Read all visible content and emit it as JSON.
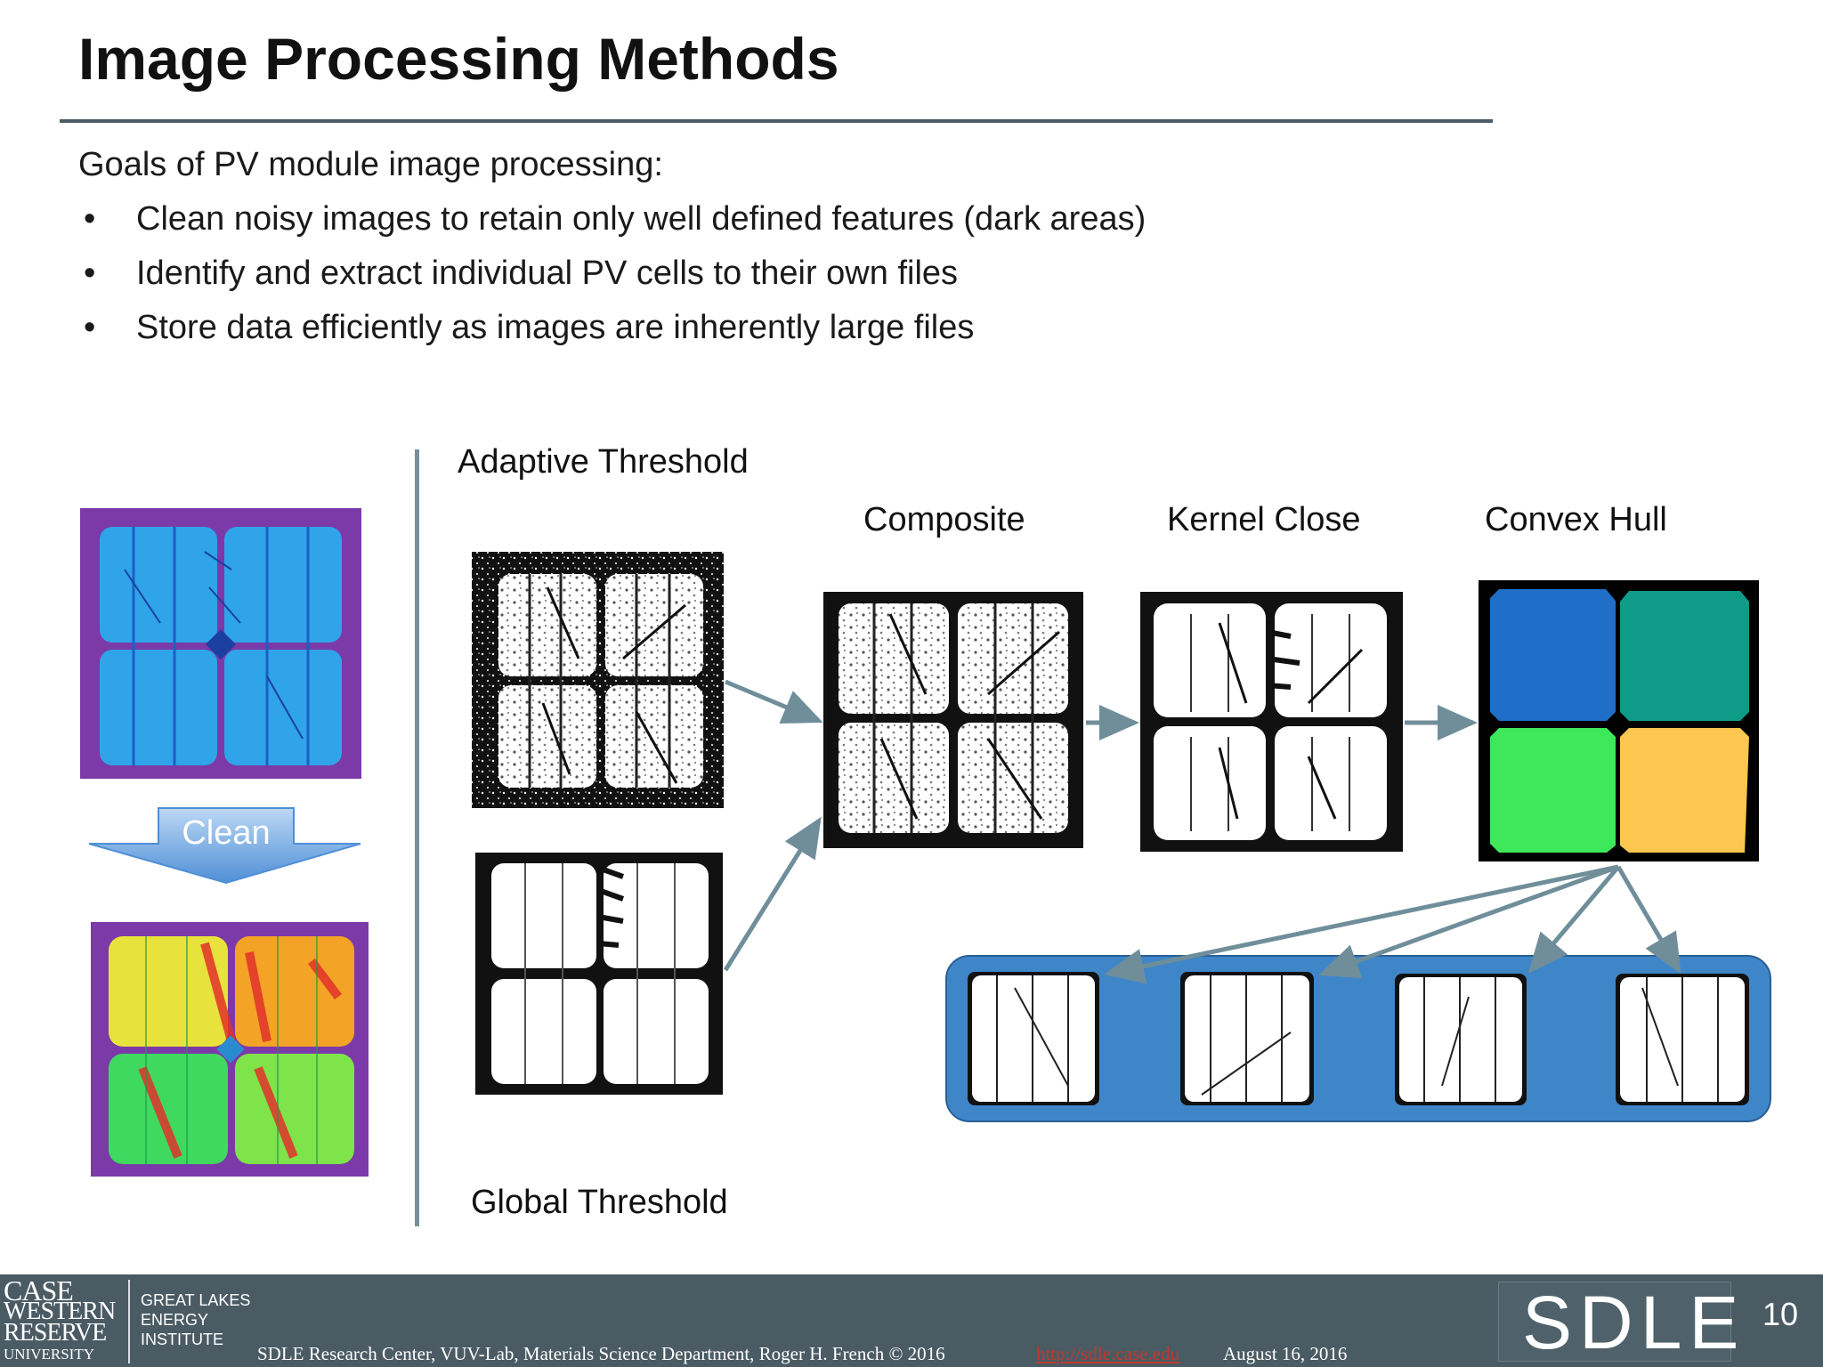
{
  "slide": {
    "title": "Image Processing Methods",
    "goals_heading": "Goals of PV module image processing:",
    "goals": [
      "Clean noisy images to retain only well defined features (dark areas)",
      "Identify and extract individual PV cells to their own files",
      "Store data efficiently as images are inherently large files"
    ],
    "bullet": "•"
  },
  "diagram": {
    "clean_label": "Clean",
    "adaptive_label": "Adaptive Threshold",
    "global_label": "Global Threshold",
    "composite_label": "Composite",
    "kernel_label": "Kernel Close",
    "hull_label": "Convex Hull",
    "hull_colors": [
      "#1f6fc8",
      "#0e9c88",
      "#3ee85a",
      "#fdc64e"
    ],
    "panel_color": "#3f86c9",
    "arrow_color": "#6f8e9a"
  },
  "footer": {
    "logo_case": "CASE",
    "logo_western": "WESTERN",
    "logo_reserve": "RESERVE",
    "logo_university": "UNIVERSITY",
    "institute_line1": "GREAT LAKES",
    "institute_line2": "ENERGY",
    "institute_line3": "INSTITUTE",
    "credits": "SDLE Research Center, VUV-Lab, Materials Science  Department,  Roger H. French © 2016",
    "link": "http://sdle.case.edu",
    "date": "August 16, 2016",
    "brand": "SDLE",
    "page_number": "10"
  }
}
